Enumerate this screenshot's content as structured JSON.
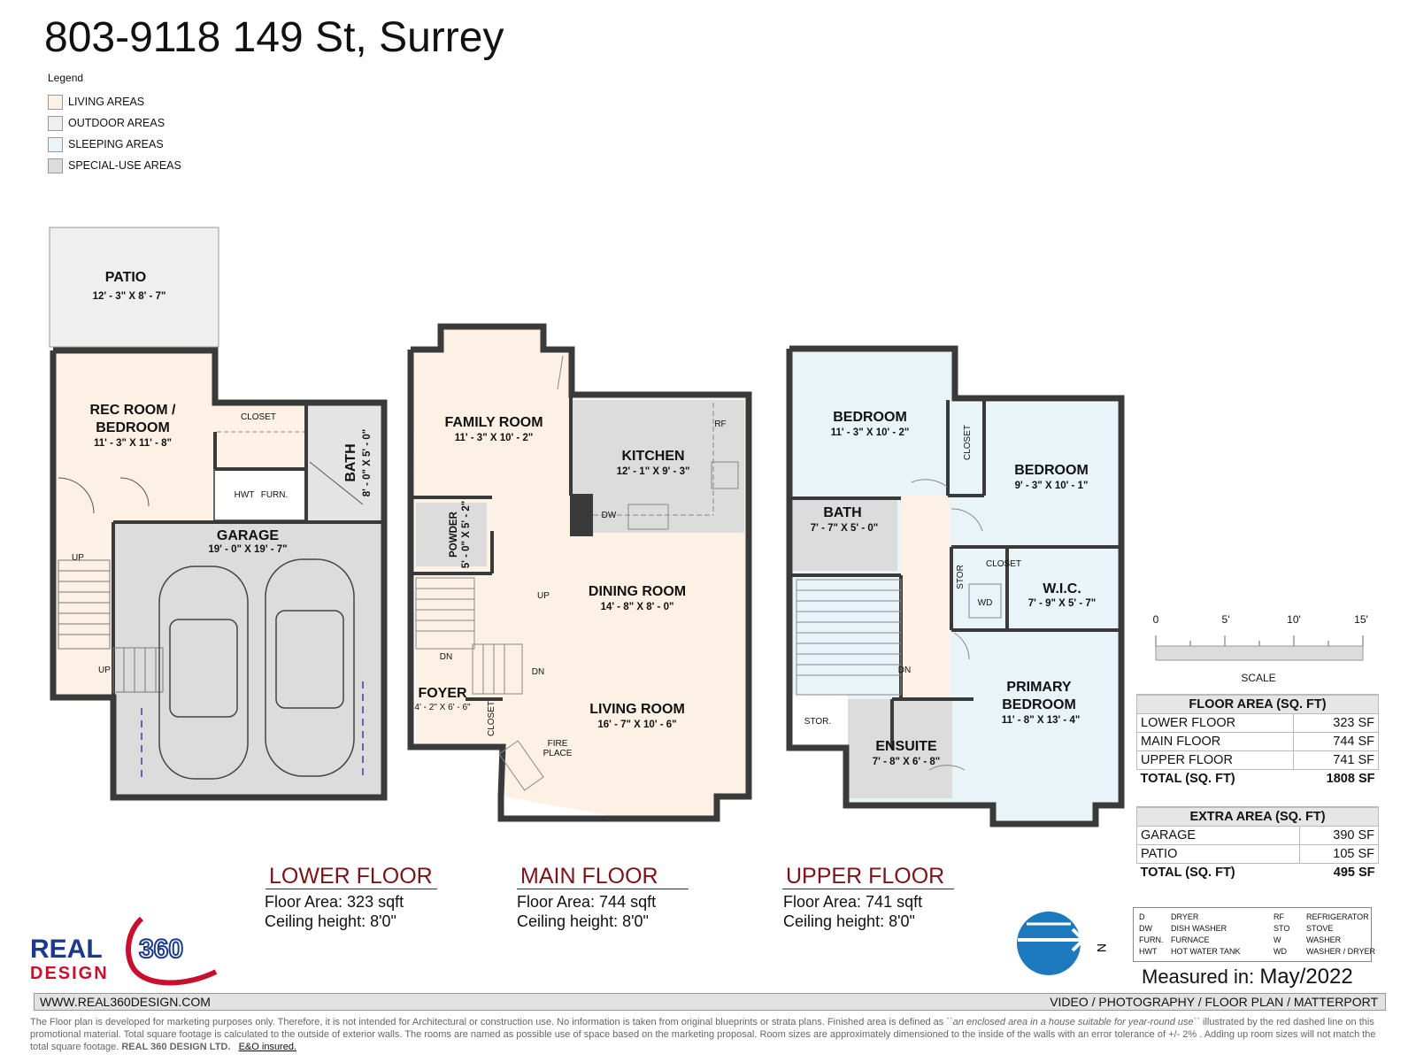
{
  "title": "803-9118 149 St, Surrey",
  "legend": {
    "title": "Legend",
    "items": [
      {
        "label": "LIVING AREAS",
        "color": "#fdf1e6"
      },
      {
        "label": "OUTDOOR AREAS",
        "color": "#efefef"
      },
      {
        "label": "SLEEPING AREAS",
        "color": "#e8f4f7"
      },
      {
        "label": "SPECIAL-USE AREAS",
        "color": "#dcdcdc"
      }
    ]
  },
  "colors": {
    "living": "#fdf1e6",
    "outdoor": "#efefef",
    "sleeping": "#e8f4f7",
    "special": "#dcdcdc",
    "wall": "#3a3a3a",
    "heading": "#7a1418",
    "logo_blue": "#1b3a8c",
    "logo_red": "#c8102e"
  },
  "rooms": {
    "patio": {
      "name": "PATIO",
      "dim": "12' - 3\" X 8' - 7\""
    },
    "rec": {
      "name1": "REC ROOM /",
      "name2": "BEDROOM",
      "dim": "11' - 3\" X 11' - 8\""
    },
    "garage": {
      "name": "GARAGE",
      "dim": "19' - 0\" X 19' - 7\""
    },
    "lower_bath": {
      "name": "BATH",
      "dim": "8' - 0\" X 5' - 0\""
    },
    "family": {
      "name": "FAMILY ROOM",
      "dim": "11' - 3\" X 10' - 2\""
    },
    "kitchen": {
      "name": "KITCHEN",
      "dim": "12' - 1\" X 9' - 3\""
    },
    "powder": {
      "name": "POWDER",
      "dim": "5' - 0\" X 5' - 2\""
    },
    "dining": {
      "name": "DINING ROOM",
      "dim": "14' - 8\" X 8' - 0\""
    },
    "foyer": {
      "name": "FOYER",
      "dim": "4' - 2\" X 6' - 6\""
    },
    "living": {
      "name": "LIVING ROOM",
      "dim": "16' - 7\" X 10' - 6\""
    },
    "bedroom1": {
      "name": "BEDROOM",
      "dim": "11' - 3\" X 10' - 2\""
    },
    "bedroom2": {
      "name": "BEDROOM",
      "dim": "9' - 3\" X 10' - 1\""
    },
    "upper_bath": {
      "name": "BATH",
      "dim": "7' - 7\" X 5' - 0\""
    },
    "wic": {
      "name": "W.I.C.",
      "dim": "7' - 9\" X 5' - 7\""
    },
    "primary": {
      "name1": "PRIMARY",
      "name2": "BEDROOM",
      "dim": "11' - 8\" X 13' - 4\""
    },
    "ensuite": {
      "name": "ENSUITE",
      "dim": "7' - 8\" X 6' - 8\""
    }
  },
  "labels": {
    "closet": "CLOSET",
    "hwt": "HWT",
    "furn": "FURN.",
    "up": "UP",
    "dn": "DN",
    "rf": "RF",
    "dw": "DW",
    "fire1": "FIRE",
    "fire2": "PLACE",
    "stor": "STOR",
    "stor_dot": "STOR.",
    "wd": "WD"
  },
  "scale": {
    "ticks": [
      "0",
      "5'",
      "10'",
      "15'"
    ],
    "label": "SCALE"
  },
  "compass": "N",
  "floors": [
    {
      "name": "LOWER FLOOR",
      "area": "Floor Area: 323 sqft",
      "ceiling": "Ceiling height: 8'0\""
    },
    {
      "name": "MAIN FLOOR",
      "area": "Floor Area: 744 sqft",
      "ceiling": "Ceiling height: 8'0\""
    },
    {
      "name": "UPPER FLOOR",
      "area": "Floor Area: 741 sqft",
      "ceiling": "Ceiling height: 8'0\""
    }
  ],
  "floor_area": {
    "title": "FLOOR AREA (SQ. FT)",
    "rows": [
      {
        "label": "LOWER FLOOR",
        "value": "323 SF"
      },
      {
        "label": "MAIN FLOOR",
        "value": "744 SF"
      },
      {
        "label": "UPPER FLOOR",
        "value": "741 SF"
      }
    ],
    "total_label": "TOTAL (SQ. FT)",
    "total_value": "1808 SF"
  },
  "extra_area": {
    "title": "EXTRA AREA (SQ. FT)",
    "rows": [
      {
        "label": "GARAGE",
        "value": "390 SF"
      },
      {
        "label": "PATIO",
        "value": "105 SF"
      }
    ],
    "total_label": "TOTAL (SQ. FT)",
    "total_value": "495 SF"
  },
  "abbreviations": [
    {
      "code": "D",
      "text": "DRYER",
      "code2": "RF",
      "text2": "REFRIGERATOR"
    },
    {
      "code": "DW",
      "text": "DISH WASHER",
      "code2": "STO",
      "text2": "STOVE"
    },
    {
      "code": "FURN.",
      "text": "FURNACE",
      "code2": "W",
      "text2": "WASHER"
    },
    {
      "code": "HWT",
      "text": "HOT WATER TANK",
      "code2": "WD",
      "text2": "WASHER / DRYER"
    }
  ],
  "measured": {
    "label": "Measured in:",
    "value": "May/2022"
  },
  "logo": {
    "word1": "REAL",
    "word2": "360",
    "word3": "DESIGN"
  },
  "footer": {
    "website": "WWW.REAL360DESIGN.COM",
    "services": "VIDEO / PHOTOGRAPHY / FLOOR PLAN / MATTERPORT",
    "disclaimer1": "The Floor plan is developed for marketing purposes only. Therefore, it is not intended for Architectural or construction use. No information is taken from original blueprints or strata plans. Finished area is defined as ",
    "disclaimer_quote": "``an enclosed area in a house suitable for year-round use``",
    "disclaimer2": " illustrated by the red dashed line on this promotional material. Total square footage is calculated to the outside of exterior walls. The rooms are named as possible use of space based on the marketing proposal. Room sizes are approximately dimensioned to the inside of the walls with an error tolerance of +/- 2% . Adding up room sizes will not match the total square footage. ",
    "company": "REAL 360 DESIGN LTD.",
    "insured": "E&O insured."
  }
}
